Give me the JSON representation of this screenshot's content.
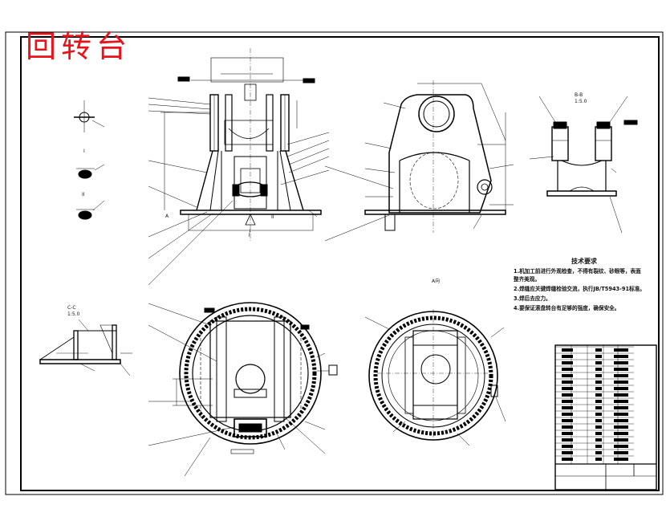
{
  "title": "回转台",
  "section_labels": {
    "b_b": "B-B",
    "b_b_scale": "1:5.0",
    "c_c": "C-C",
    "c_c_scale": "1:5.0",
    "roman_i": "I",
    "roman_ii": "II",
    "detail_i": "I",
    "detail_ii": "II"
  },
  "tech_requirements": {
    "title": "技术要求",
    "items": [
      "1.机加工前进行外观检查，不得有裂纹、砂眼等，表面",
      "   整齐美观。",
      "2.焊缝应关键焊缝检验交流，执行JB/T5943-91标准。",
      "3.焊后去应力。",
      "4.要保证滚盘转台有足够的强度，确保安全。"
    ]
  },
  "colors": {
    "line": "#000000",
    "title_red": "#e8141b"
  }
}
